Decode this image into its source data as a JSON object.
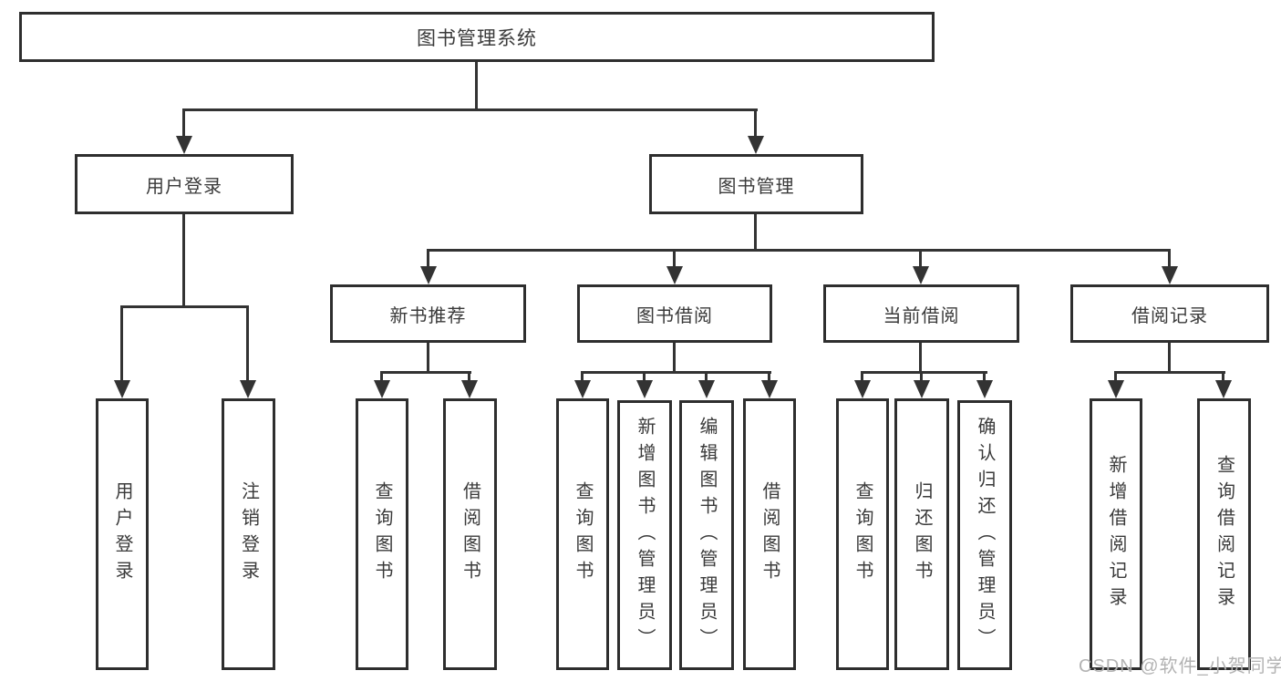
{
  "colors": {
    "background": "#ffffff",
    "box_border": "#2e2e2e",
    "connector_line": "#333333",
    "text": "#3a3a3a",
    "watermark_text": "#b3b3b3"
  },
  "watermark": {
    "label": "CSDN @软件_小贺同学"
  },
  "diagram": {
    "root": "图书管理系统",
    "branches": [
      {
        "label": "用户登录",
        "children": [
          "用户登录",
          "注销登录"
        ]
      },
      {
        "label": "图书管理",
        "groups": [
          {
            "label": "新书推荐",
            "children": [
              "查询图书",
              "借阅图书"
            ]
          },
          {
            "label": "图书借阅",
            "children": [
              "查询图书",
              "新增图书（管理员）",
              "编辑图书（管理员）",
              "借阅图书"
            ]
          },
          {
            "label": "当前借阅",
            "children": [
              "查询图书",
              "归还图书",
              "确认归还（管理员）"
            ]
          },
          {
            "label": "借阅记录",
            "children": [
              "新增借阅记录",
              "查询借阅记录"
            ]
          }
        ]
      }
    ]
  }
}
